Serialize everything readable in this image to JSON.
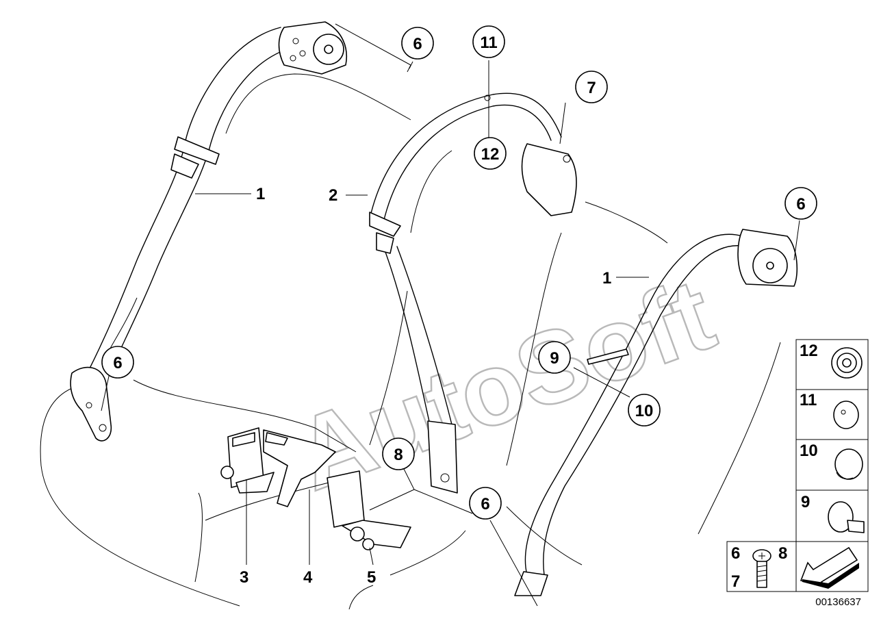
{
  "callouts": [
    {
      "label": "6"
    },
    {
      "label": "11"
    },
    {
      "label": "7"
    },
    {
      "label": "12"
    },
    {
      "label": "6"
    },
    {
      "label": "6"
    },
    {
      "label": "9"
    },
    {
      "label": "10"
    },
    {
      "label": "8"
    },
    {
      "label": "6"
    }
  ],
  "plain_labels": [
    {
      "label": "1"
    },
    {
      "label": "2"
    },
    {
      "label": "1"
    },
    {
      "label": "3"
    },
    {
      "label": "4"
    },
    {
      "label": "5"
    }
  ],
  "legend": {
    "tiles": [
      {
        "label": "12"
      },
      {
        "label": "11"
      },
      {
        "label": "10"
      },
      {
        "label": "9"
      }
    ],
    "screw_tile": {
      "labels": [
        "6",
        "8",
        "7"
      ]
    }
  },
  "watermark": "AutoSoft",
  "reference_number": "00136637"
}
